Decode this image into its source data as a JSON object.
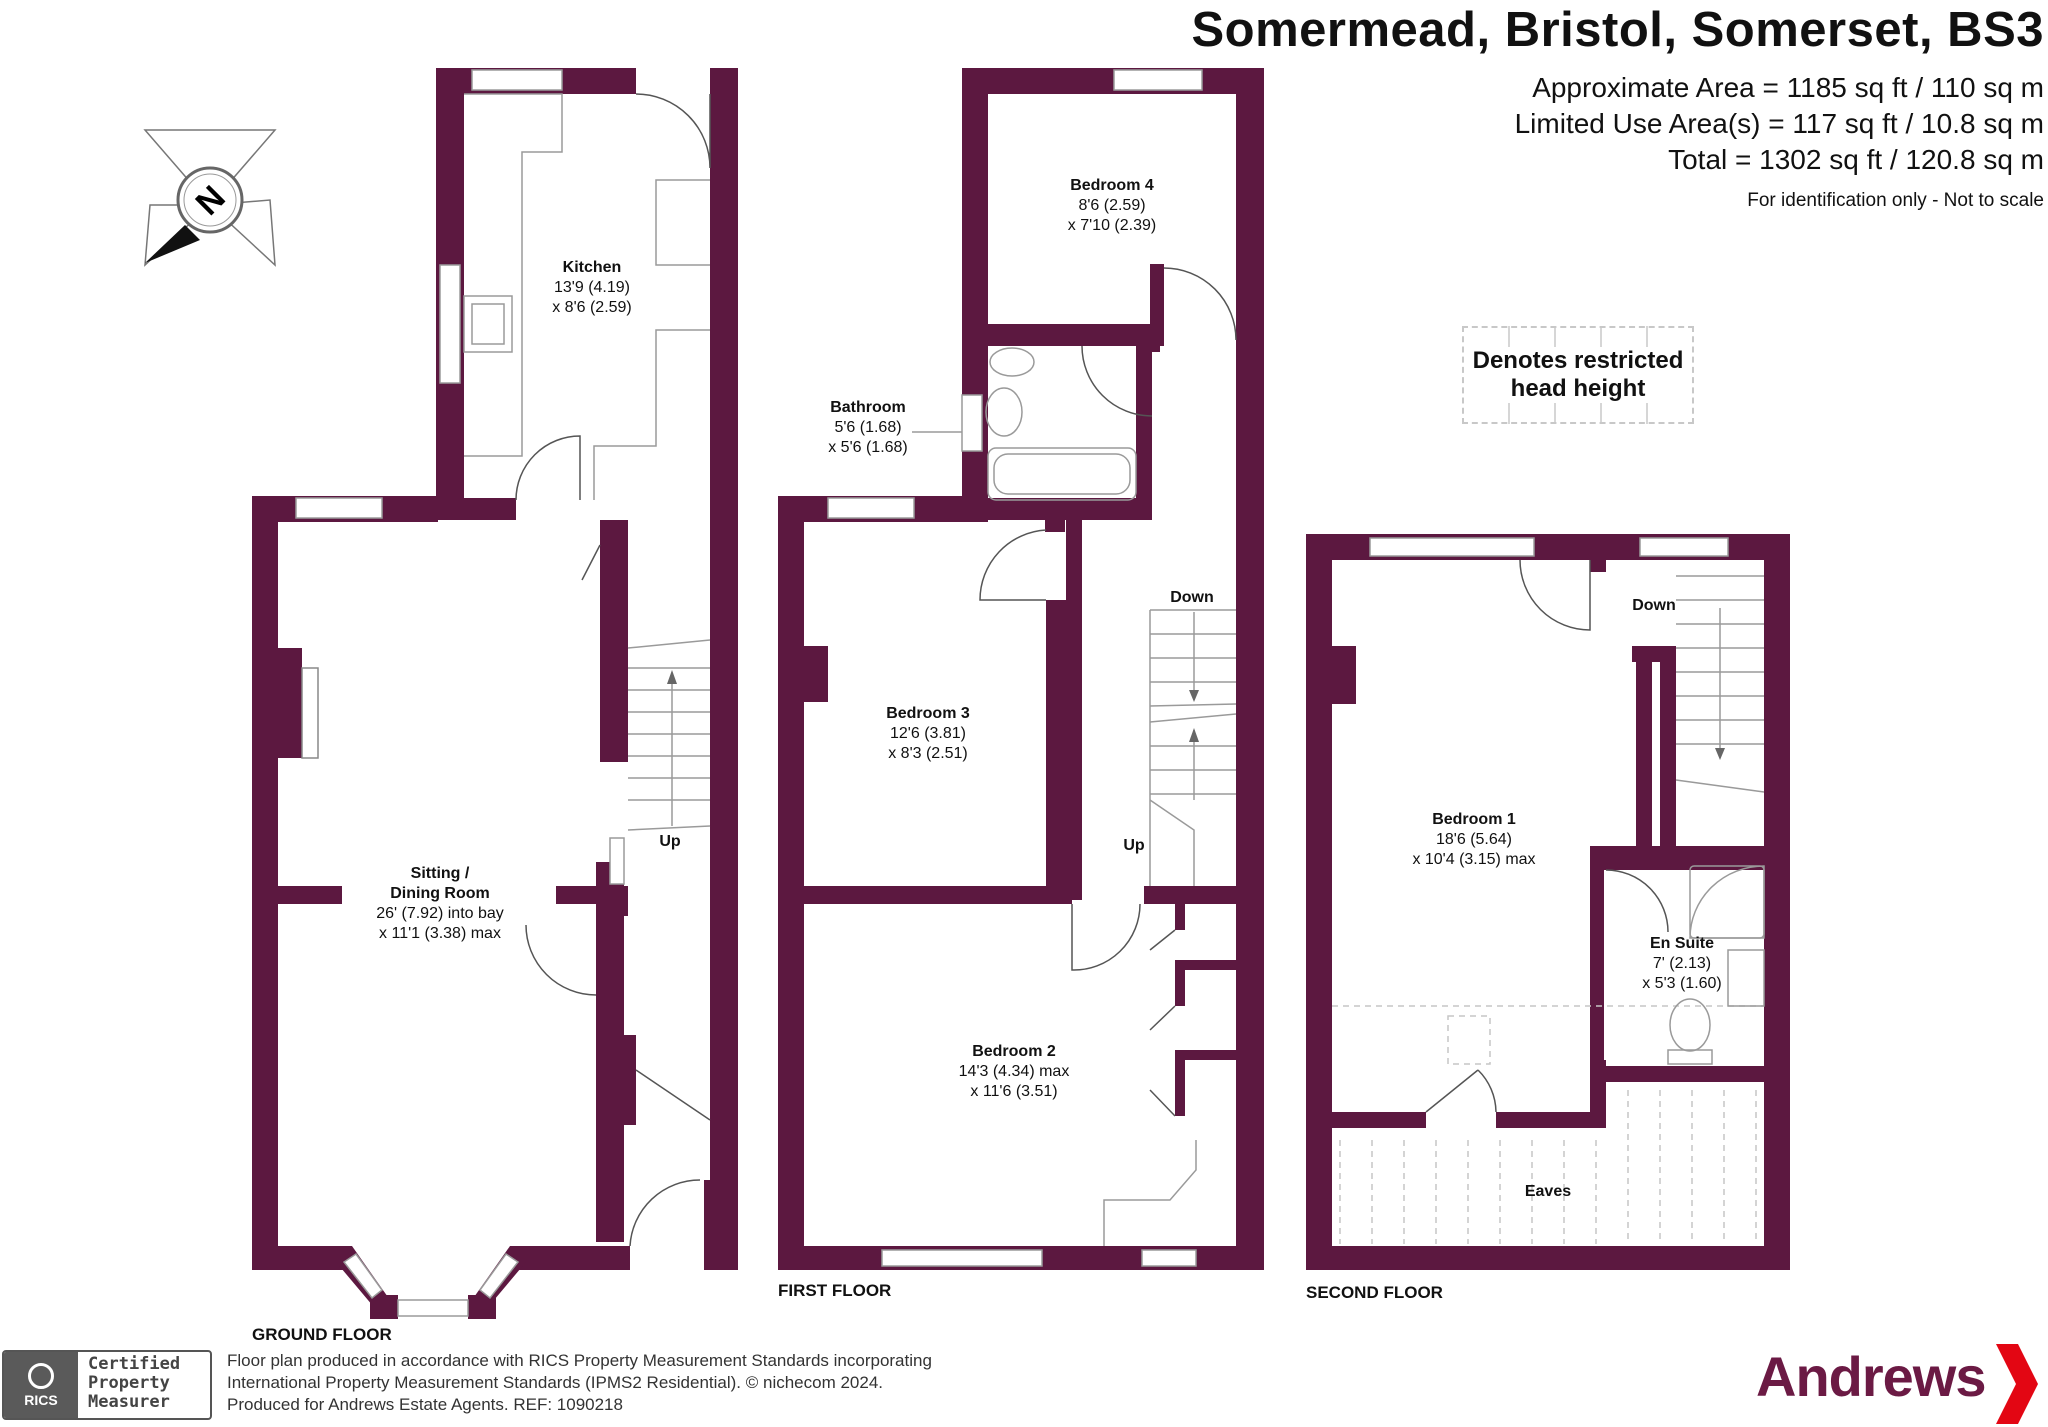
{
  "header": {
    "title": "Somermead, Bristol, Somerset, BS3",
    "approx_area": "Approximate Area = 1185 sq ft / 110 sq m",
    "limited_use": "Limited Use Area(s) = 117 sq ft / 10.8 sq m",
    "total": "Total = 1302 sq ft / 120.8 sq m",
    "note": "For identification only - Not to scale"
  },
  "legend": {
    "line1": "Denotes restricted",
    "line2": "head height"
  },
  "compass": {
    "letter": "N"
  },
  "floors": {
    "ground": "GROUND FLOOR",
    "first": "FIRST FLOOR",
    "second": "SECOND FLOOR"
  },
  "rooms": {
    "kitchen": {
      "name": "Kitchen",
      "dim1": "13'9 (4.19)",
      "dim2": "x 8'6 (2.59)"
    },
    "sitting": {
      "name1": "Sitting /",
      "name2": "Dining Room",
      "dim1": "26' (7.92) into bay",
      "dim2": "x 11'1 (3.38) max"
    },
    "bedroom4": {
      "name": "Bedroom 4",
      "dim1": "8'6 (2.59)",
      "dim2": "x 7'10 (2.39)"
    },
    "bathroom": {
      "name": "Bathroom",
      "dim1": "5'6 (1.68)",
      "dim2": "x 5'6 (1.68)"
    },
    "bedroom3": {
      "name": "Bedroom 3",
      "dim1": "12'6 (3.81)",
      "dim2": "x 8'3 (2.51)"
    },
    "bedroom2": {
      "name": "Bedroom 2",
      "dim1": "14'3 (4.34) max",
      "dim2": "x 11'6 (3.51)"
    },
    "bedroom1": {
      "name": "Bedroom 1",
      "dim1": "18'6 (5.64)",
      "dim2": "x 10'4 (3.15) max"
    },
    "ensuite": {
      "name": "En Suite",
      "dim1": "7' (2.13)",
      "dim2": "x 5'3 (1.60)"
    },
    "eaves": {
      "name": "Eaves"
    }
  },
  "stairs": {
    "ground_up": "Up",
    "first_down": "Down",
    "first_up": "Up",
    "second_down": "Down"
  },
  "footer": {
    "line1": "Floor plan produced in accordance with RICS Property Measurement Standards incorporating",
    "line2": "International Property Measurement Standards (IPMS2 Residential).   © nichecom 2024.",
    "line3": "Produced for Andrews Estate Agents.   REF:   1090218"
  },
  "rics": {
    "logo": "RICS",
    "line1": "Certified",
    "line2": "Property",
    "line3": "Measurer"
  },
  "brand": {
    "name": "Andrews"
  },
  "colors": {
    "wall": "#5c1840",
    "brand": "#6b1a44",
    "arrow": "#e30613",
    "window": "#ffffff",
    "fixture": "#9a9a9a"
  }
}
